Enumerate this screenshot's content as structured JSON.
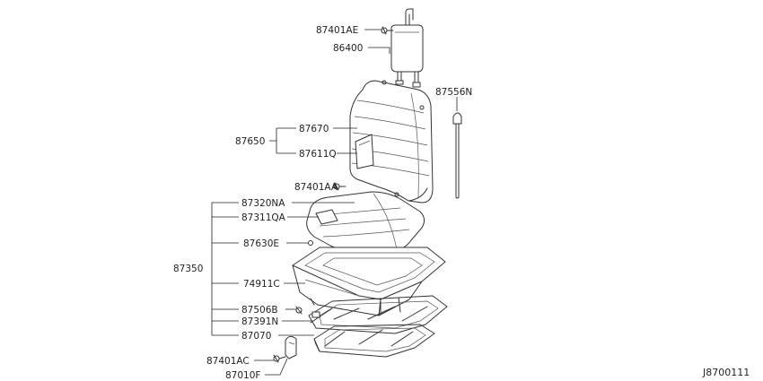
{
  "labels": {
    "p87401AE": "87401AE",
    "p86400": "86400",
    "p87556N": "87556N",
    "p87670": "87670",
    "p87650": "87650",
    "p87611Q": "87611Q",
    "p87401AA": "87401AA",
    "p87320NA": "87320NA",
    "p87311QA": "87311QA",
    "p87630E": "87630E",
    "p87350": "87350",
    "p74911C": "74911C",
    "p87506B": "87506B",
    "p87391N": "87391N",
    "p87070": "87070",
    "p87401AC": "87401AC",
    "p87010F": "87010F"
  },
  "reference": "J8700111"
}
